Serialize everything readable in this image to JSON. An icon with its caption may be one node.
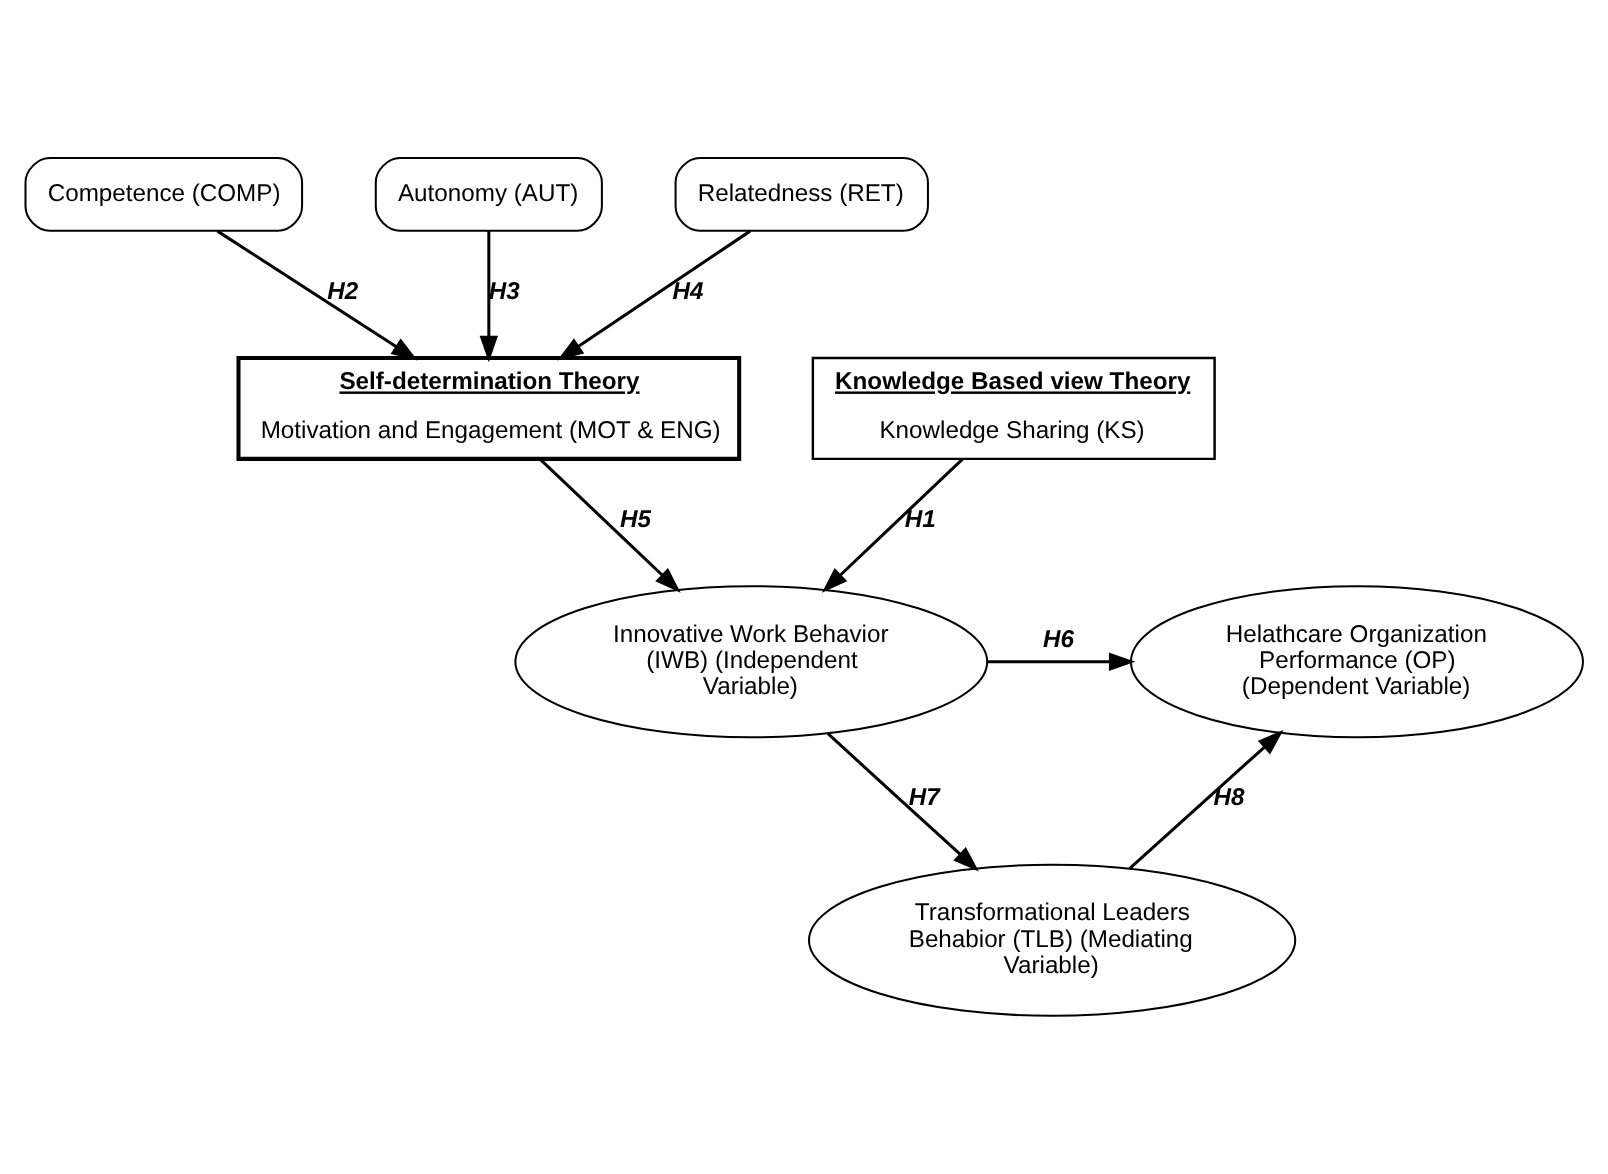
{
  "diagram": {
    "nodes": [
      {
        "text": [
          "Competence (COMP)"
        ]
      },
      {
        "text": [
          "Autonomy (AUT)"
        ]
      },
      {
        "text": [
          "Relatedness (RET)"
        ]
      },
      {
        "text": [
          "Knowledge Based view Theory",
          "Knowledge Sharing (KS)"
        ]
      },
      {
        "text": [
          "Self-determination Theory",
          "Motivation and Engagement (MOT & ENG)"
        ]
      },
      {
        "text": [
          "Innovative Work Behavior (IWB) (Independent Variable)"
        ]
      },
      {
        "text": [
          "Helathcare Organization Performance (OP) (Dependent Variable)"
        ]
      },
      {
        "text": [
          "Transformational Leaders Behabior (TLB) (Mediating Variable)"
        ]
      }
    ],
    "edges": [
      {
        "from": 0,
        "to": 4,
        "arrow": "to",
        "label": "H2"
      },
      {
        "from": 1,
        "to": 4,
        "arrow": "to",
        "label": "H3"
      },
      {
        "from": 2,
        "to": 4,
        "arrow": "to",
        "label": "H4"
      },
      {
        "from": 3,
        "to": 5,
        "arrow": "to",
        "label": "H1"
      },
      {
        "from": 4,
        "to": 5,
        "arrow": "to",
        "label": "H5"
      },
      {
        "from": 5,
        "to": 6,
        "arrow": "to",
        "label": "H6"
      },
      {
        "from": 5,
        "to": 7,
        "arrow": "to",
        "label": "H7"
      },
      {
        "from": 7,
        "to": 6,
        "arrow": "to",
        "label": "H8"
      }
    ]
  }
}
